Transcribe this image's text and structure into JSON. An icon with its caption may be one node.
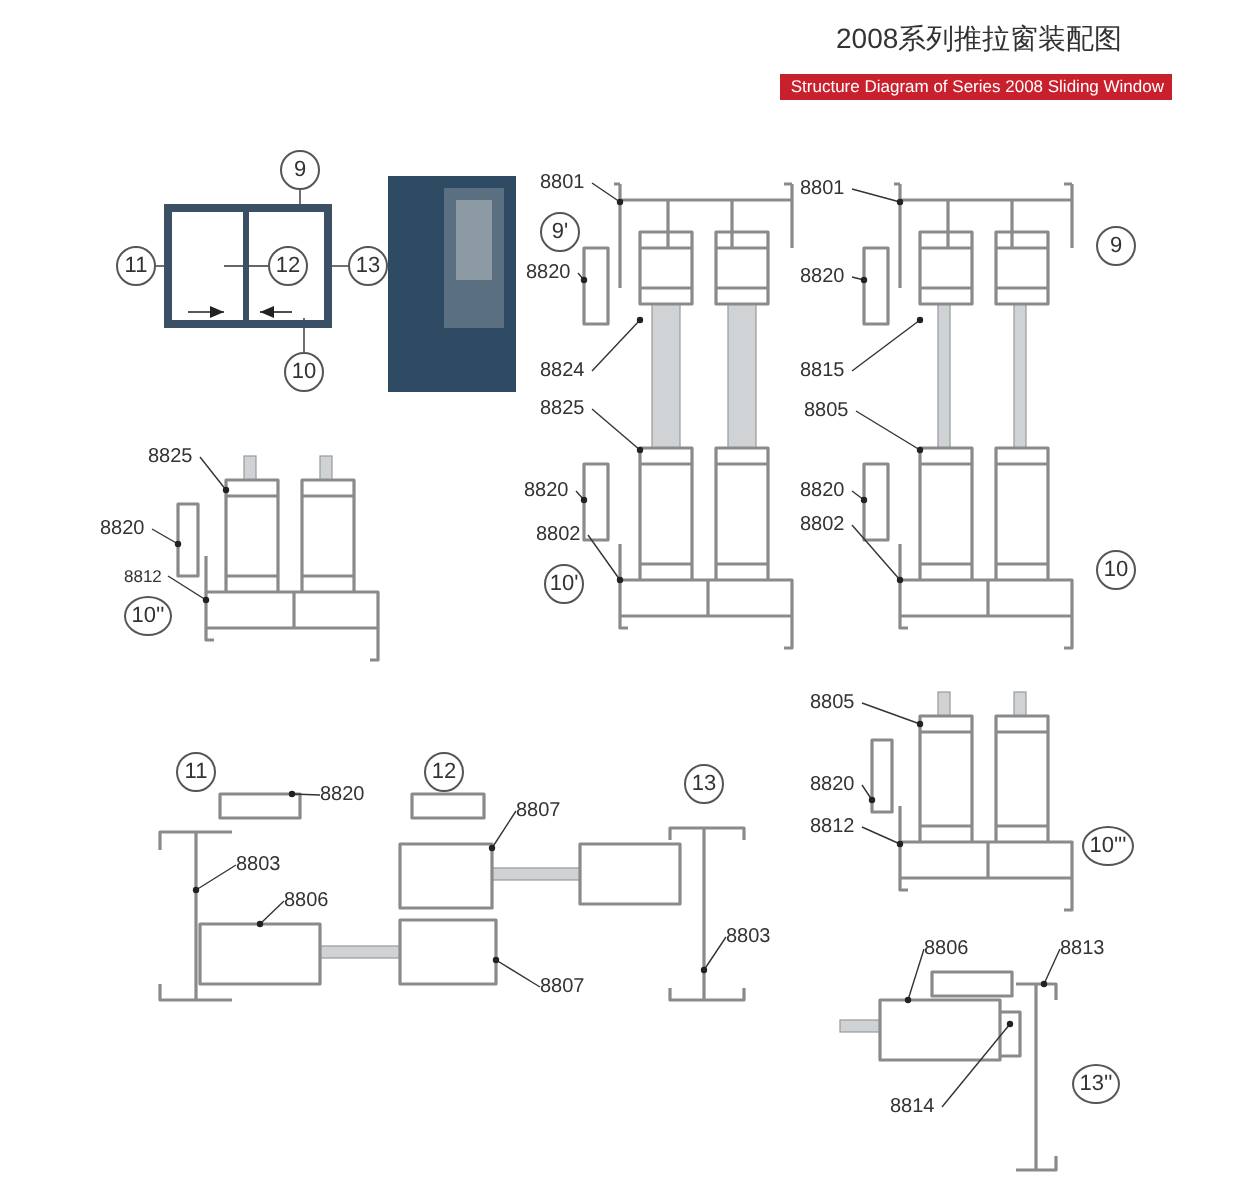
{
  "diagram": {
    "title": "2008系列推拉窗装配图",
    "nodes": [
      {
        "text": [],
        "shape": "picture"
      },
      {
        "text": [
          "9"
        ]
      },
      {
        "text": [
          "11"
        ]
      },
      {
        "text": [
          "12"
        ],
        "in": 0
      },
      {
        "text": [
          "13"
        ]
      },
      {
        "text": [
          "10"
        ]
      },
      {
        "text": [],
        "shape": "picture"
      },
      {
        "text": [
          "8801"
        ]
      },
      {
        "text": [
          "9'"
        ]
      },
      {
        "text": [
          "8820"
        ]
      },
      {
        "text": [
          "8824"
        ]
      },
      {
        "text": [
          "8825"
        ]
      },
      {
        "text": [
          "8820"
        ]
      },
      {
        "text": [
          "8802"
        ]
      },
      {
        "text": [
          "10'"
        ]
      },
      {
        "text": [],
        "shape": "picture"
      },
      {
        "text": [
          "8801"
        ]
      },
      {
        "text": [
          "9"
        ]
      },
      {
        "text": [
          "8820"
        ]
      },
      {
        "text": [
          "8815"
        ]
      },
      {
        "text": [
          "8805"
        ]
      },
      {
        "text": [
          "8820"
        ]
      },
      {
        "text": [
          "8802"
        ]
      },
      {
        "text": [
          "10"
        ]
      },
      {
        "text": [],
        "shape": "picture"
      },
      {
        "text": [
          "8825"
        ]
      },
      {
        "text": [
          "8820"
        ]
      },
      {
        "text": [
          "8812"
        ]
      },
      {
        "text": [
          "10''"
        ]
      },
      {
        "text": [
          "11"
        ]
      },
      {
        "text": [
          "12"
        ]
      },
      {
        "text": [
          "13"
        ]
      },
      {
        "text": [
          "8820"
        ]
      },
      {
        "text": [
          "8807"
        ]
      },
      {
        "text": [
          "8803"
        ]
      },
      {
        "text": [
          "8806"
        ]
      },
      {
        "text": [
          "8807"
        ]
      },
      {
        "text": [
          "8803"
        ]
      },
      {
        "text": [],
        "shape": "box"
      },
      {
        "text": [],
        "shape": "box"
      },
      {
        "text": [],
        "shape": "box"
      },
      {
        "text": [],
        "shape": "box"
      },
      {
        "text": [],
        "shape": "box"
      },
      {
        "text": [],
        "shape": "box"
      },
      {
        "text": [],
        "shape": "box"
      },
      {
        "text": [],
        "shape": "box"
      },
      {
        "text": [],
        "shape": "picture"
      },
      {
        "text": [
          "8805"
        ]
      },
      {
        "text": [
          "8820"
        ]
      },
      {
        "text": [
          "8812"
        ]
      },
      {
        "text": [
          "10'''"
        ]
      },
      {
        "text": [
          "8806"
        ]
      },
      {
        "text": [
          "8813"
        ]
      },
      {
        "text": [
          "8814"
        ]
      },
      {
        "text": [
          "13''"
        ]
      },
      {
        "text": [],
        "shape": "box"
      },
      {
        "text": [],
        "shape": "box"
      },
      {
        "text": [],
        "shape": "box"
      },
      {
        "text": [],
        "shape": "box"
      }
    ],
    "edges": [
      {
        "from": 1,
        "to": 0,
        "arrow": "none"
      },
      {
        "from": 2,
        "to": 0,
        "arrow": "none"
      },
      {
        "from": 3,
        "to": 0,
        "arrow": "none"
      },
      {
        "from": 4,
        "to": 0,
        "arrow": "none"
      },
      {
        "from": 5,
        "to": 0,
        "arrow": "none"
      },
      {
        "from": 7,
        "to": 6,
        "arrow": "other"
      },
      {
        "from": 9,
        "to": 6,
        "arrow": "other"
      },
      {
        "from": 10,
        "to": 6,
        "arrow": "other"
      },
      {
        "from": 11,
        "to": 6,
        "arrow": "other"
      },
      {
        "from": 12,
        "to": 6,
        "arrow": "other"
      },
      {
        "from": 13,
        "to": 6,
        "arrow": "other"
      },
      {
        "from": 16,
        "to": 15,
        "arrow": "other"
      },
      {
        "from": 18,
        "to": 15,
        "arrow": "other"
      },
      {
        "from": 19,
        "to": 15,
        "arrow": "other"
      },
      {
        "from": 20,
        "to": 15,
        "arrow": "other"
      },
      {
        "from": 21,
        "to": 15,
        "arrow": "other"
      },
      {
        "from": 22,
        "to": 15,
        "arrow": "other"
      },
      {
        "from": 25,
        "to": 24,
        "arrow": "other"
      },
      {
        "from": 26,
        "to": 24,
        "arrow": "other"
      },
      {
        "from": 27,
        "to": 24,
        "arrow": "other"
      },
      {
        "from": 32,
        "to": 39,
        "arrow": "other"
      },
      {
        "from": 33,
        "to": 41,
        "arrow": "other"
      },
      {
        "from": 34,
        "to": 38,
        "arrow": "other"
      },
      {
        "from": 35,
        "to": 40,
        "arrow": "other"
      },
      {
        "from": 36,
        "to": 42,
        "arrow": "other"
      },
      {
        "from": 37,
        "to": 44,
        "arrow": "other"
      },
      {
        "from": 47,
        "to": 46,
        "arrow": "other"
      },
      {
        "from": 48,
        "to": 46,
        "arrow": "other"
      },
      {
        "from": 49,
        "to": 46,
        "arrow": "other"
      },
      {
        "from": 51,
        "to": 55,
        "arrow": "other"
      },
      {
        "from": 52,
        "to": 57,
        "arrow": "other"
      },
      {
        "from": 53,
        "to": 58,
        "arrow": "other"
      }
    ],
    "labels": [
      "Structure Diagram of Series 2008 Sliding Window"
    ]
  }
}
